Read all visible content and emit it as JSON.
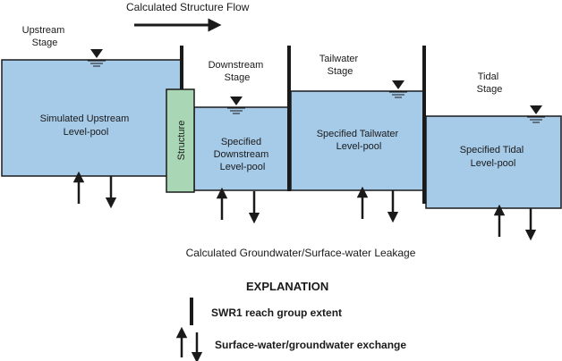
{
  "flow_title": "Calculated Structure Flow",
  "stages": {
    "upstream": [
      "Upstream",
      "Stage"
    ],
    "downstream": [
      "Downstream",
      "Stage"
    ],
    "tailwater": [
      "Tailwater",
      "Stage"
    ],
    "tidal": [
      "Tidal",
      "Stage"
    ]
  },
  "pools": {
    "upstream": [
      "Simulated Upstream",
      "Level-pool"
    ],
    "downstream": [
      "Specified",
      "Downstream",
      "Level-pool"
    ],
    "tailwater": [
      "Specified Tailwater",
      "Level-pool"
    ],
    "tidal": [
      "Specified Tidal",
      "Level-pool"
    ]
  },
  "structure_label": "Structure",
  "leakage_label": "Calculated Groundwater/Surface-water Leakage",
  "explanation": {
    "title": "EXPLANATION",
    "reach_label": "SWR1 reach group extent",
    "exchange_label": "Surface-water/groundwater exchange"
  },
  "colors": {
    "water": "#a6cbe9",
    "structure": "#a9d6b4",
    "outline": "#1a1a1a"
  }
}
